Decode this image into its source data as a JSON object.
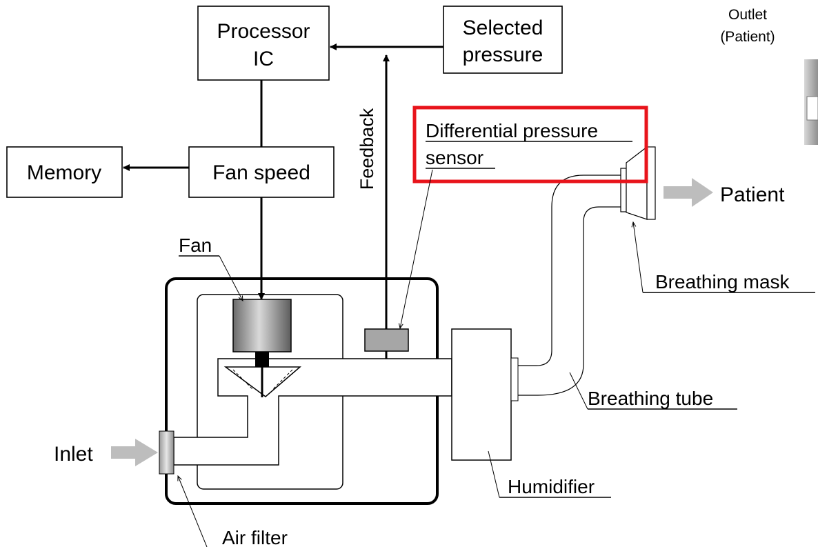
{
  "blocks": {
    "processor_ic": [
      "Processor",
      "IC"
    ],
    "selected_pressure": [
      "Selected",
      "pressure"
    ],
    "memory": "Memory",
    "fan_speed": "Fan speed"
  },
  "arrow_labels": {
    "feedback": "Feedback"
  },
  "callouts": {
    "fan": "Fan",
    "differential_pressure_sensor": [
      "Differential pressure",
      "sensor"
    ],
    "breathing_mask": "Breathing mask",
    "breathing_tube": "Breathing tube",
    "humidifier": "Humidifier",
    "air_filter": "Air filter"
  },
  "flow_labels": {
    "inlet": "Inlet",
    "patient": "Patient"
  },
  "inset": {
    "outlet": "Outlet",
    "patient_paren": "(Patient)"
  },
  "highlight_color": "#e8141b"
}
